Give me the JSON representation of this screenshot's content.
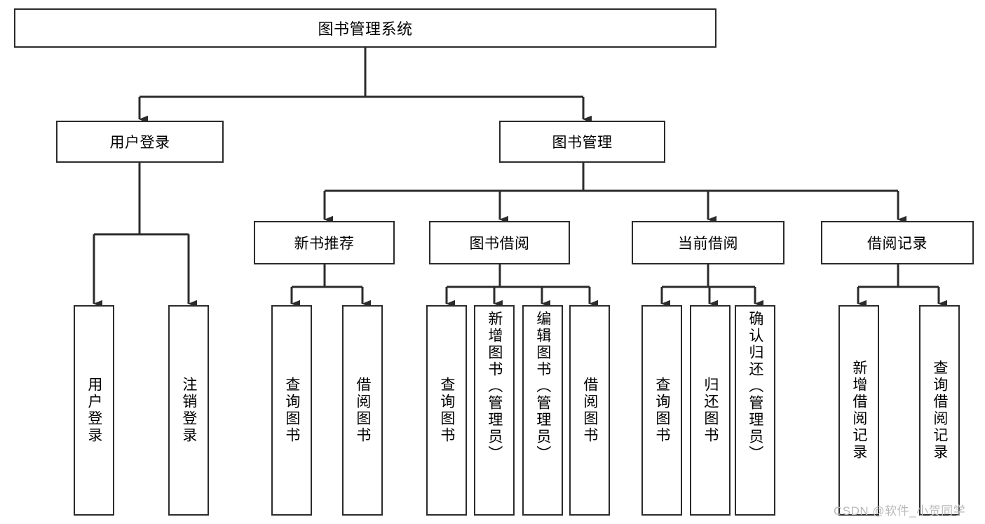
{
  "diagram": {
    "title": "图书管理系统",
    "type": "hierarchy-tree",
    "watermark": "CSDN @软件_小贺同学",
    "colors": {
      "stroke": "#2b2b2b",
      "fill": "#ffffff",
      "text": "#000000",
      "watermark": "#b9b9b9"
    },
    "root": {
      "label": "图书管理系统"
    },
    "level2": [
      {
        "label": "用户登录"
      },
      {
        "label": "图书管理"
      }
    ],
    "level3": [
      {
        "label": "新书推荐"
      },
      {
        "label": "图书借阅"
      },
      {
        "label": "当前借阅"
      },
      {
        "label": "借阅记录"
      }
    ],
    "leaves": {
      "user_login": [
        {
          "label": "用户登录"
        },
        {
          "label": "注销登录"
        }
      ],
      "new_books": [
        {
          "label": "查询图书"
        },
        {
          "label": "借阅图书"
        }
      ],
      "book_borrow": [
        {
          "label": "查询图书"
        },
        {
          "label": "新增图书（管理员）"
        },
        {
          "label": "编辑图书（管理员）"
        },
        {
          "label": "借阅图书"
        }
      ],
      "current_borrow": [
        {
          "label": "查询图书"
        },
        {
          "label": "归还图书"
        },
        {
          "label": "确认归还（管理员）"
        }
      ],
      "borrow_record": [
        {
          "label": "新增借阅记录"
        },
        {
          "label": "查询借阅记录"
        }
      ]
    }
  }
}
